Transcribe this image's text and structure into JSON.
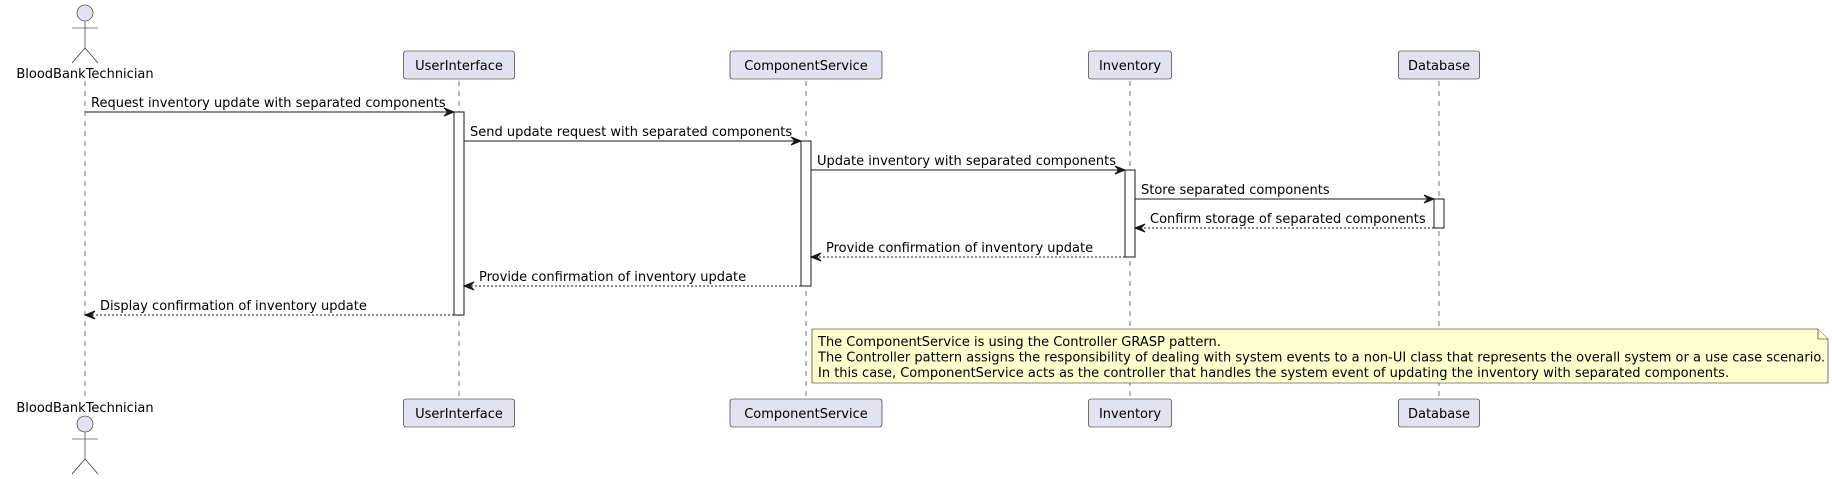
{
  "colors": {
    "participant_fill": "#e2e2f0",
    "participant_stroke": "#181818",
    "lifeline": "#181818",
    "activation_fill": "#ffffff",
    "note_fill": "#fefece",
    "note_stroke": "#181818"
  },
  "participants": [
    {
      "id": "technician",
      "label": "BloodBankTechnician",
      "kind": "actor"
    },
    {
      "id": "ui",
      "label": "UserInterface",
      "kind": "participant"
    },
    {
      "id": "service",
      "label": "ComponentService",
      "kind": "participant"
    },
    {
      "id": "inventory",
      "label": "Inventory",
      "kind": "participant"
    },
    {
      "id": "database",
      "label": "Database",
      "kind": "participant"
    }
  ],
  "messages": [
    {
      "from": "technician",
      "to": "ui",
      "label": "Request inventory update with separated components",
      "style": "sync"
    },
    {
      "from": "ui",
      "to": "service",
      "label": "Send update request with separated components",
      "style": "sync"
    },
    {
      "from": "service",
      "to": "inventory",
      "label": "Update inventory with separated components",
      "style": "sync"
    },
    {
      "from": "inventory",
      "to": "database",
      "label": "Store separated components",
      "style": "sync"
    },
    {
      "from": "database",
      "to": "inventory",
      "label": "Confirm storage of separated components",
      "style": "return"
    },
    {
      "from": "inventory",
      "to": "service",
      "label": "Provide confirmation of inventory update",
      "style": "return"
    },
    {
      "from": "service",
      "to": "ui",
      "label": "Provide confirmation of inventory update",
      "style": "return"
    },
    {
      "from": "ui",
      "to": "technician",
      "label": "Display confirmation of inventory update",
      "style": "return"
    }
  ],
  "note": {
    "attached_to": "service",
    "lines": [
      "The ComponentService is using the Controller GRASP pattern.",
      "The Controller pattern assigns the responsibility of dealing with system events to a non-UI class that represents the overall system or a use case scenario.",
      "In this case, ComponentService acts as the controller that handles the system event of updating the inventory with separated components."
    ]
  }
}
